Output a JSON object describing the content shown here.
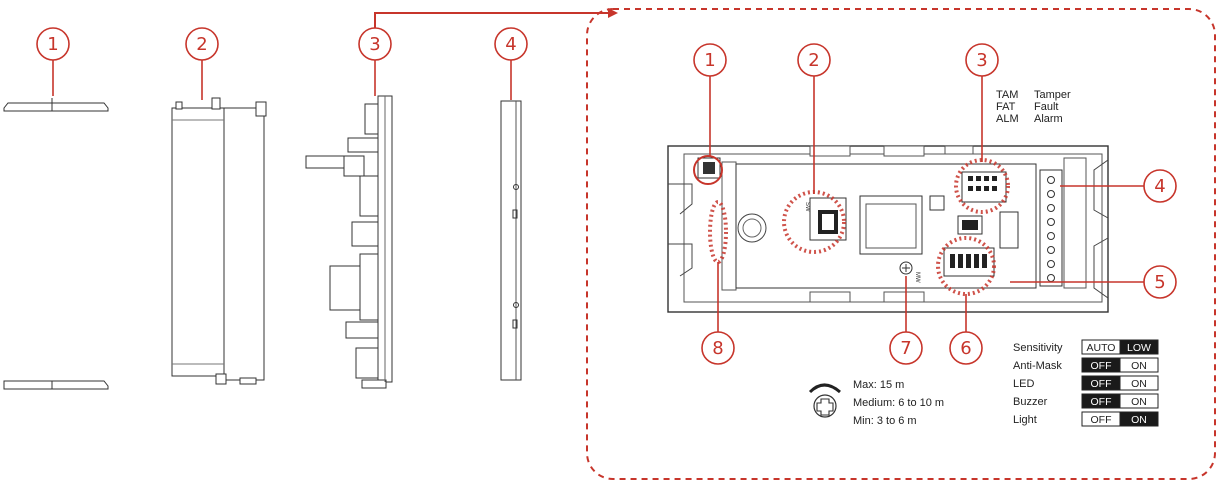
{
  "exploded_view": {
    "callouts": [
      "1",
      "2",
      "3",
      "4"
    ]
  },
  "detail_view": {
    "callouts": [
      "1",
      "2",
      "3",
      "4",
      "5",
      "6",
      "7",
      "8"
    ],
    "legend": [
      {
        "abbr": "TAM",
        "meaning": "Tamper"
      },
      {
        "abbr": "FAT",
        "meaning": "Fault"
      },
      {
        "abbr": "ALM",
        "meaning": "Alarm"
      }
    ],
    "board_text": {
      "sw_prefix": "SW",
      "pot_label": "MW"
    }
  },
  "switch_settings": [
    {
      "name": "Sensitivity",
      "options": [
        "AUTO",
        "LOW"
      ],
      "selected": 1
    },
    {
      "name": "Anti-Mask",
      "options": [
        "OFF",
        "ON"
      ],
      "selected": 0
    },
    {
      "name": "LED",
      "options": [
        "OFF",
        "ON"
      ],
      "selected": 0
    },
    {
      "name": "Buzzer",
      "options": [
        "OFF",
        "ON"
      ],
      "selected": 0
    },
    {
      "name": "Light",
      "options": [
        "OFF",
        "ON"
      ],
      "selected": 1
    }
  ],
  "range": {
    "max": "Max: 15 m",
    "medium": "Medium: 6 to 10 m",
    "min": "Min: 3 to 6 m"
  },
  "colors": {
    "accent": "#c7352b",
    "line": "#333333",
    "switch_on": "#1a1a1a"
  }
}
